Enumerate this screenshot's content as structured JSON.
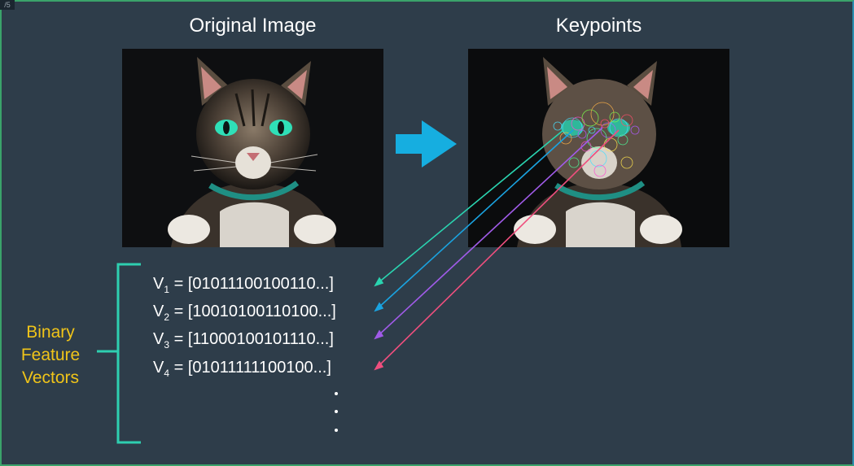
{
  "corner_badge": "/5",
  "titles": {
    "original": "Original Image",
    "keypoints": "Keypoints"
  },
  "label_lines": [
    "Binary",
    "Feature",
    "Vectors"
  ],
  "vectors": [
    {
      "letter": "V",
      "sub": "1",
      "text": " = [01011100100110...]",
      "color": "#2ad4b0"
    },
    {
      "letter": "V",
      "sub": "2",
      "text": " = [10010100110100...]",
      "color": "#1aa3e0"
    },
    {
      "letter": "V",
      "sub": "3",
      "text": " = [11000100101110...]",
      "color": "#a05be8"
    },
    {
      "letter": "V",
      "sub": "4",
      "text": " = [01011111100100...]",
      "color": "#ef4f7e"
    }
  ],
  "colors": {
    "background": "#2e3d4a",
    "accent_arrow": "#16aee0",
    "bracket": "#2ecfb0",
    "label": "#f0c419",
    "cat_eye": "#2fe0b8"
  }
}
